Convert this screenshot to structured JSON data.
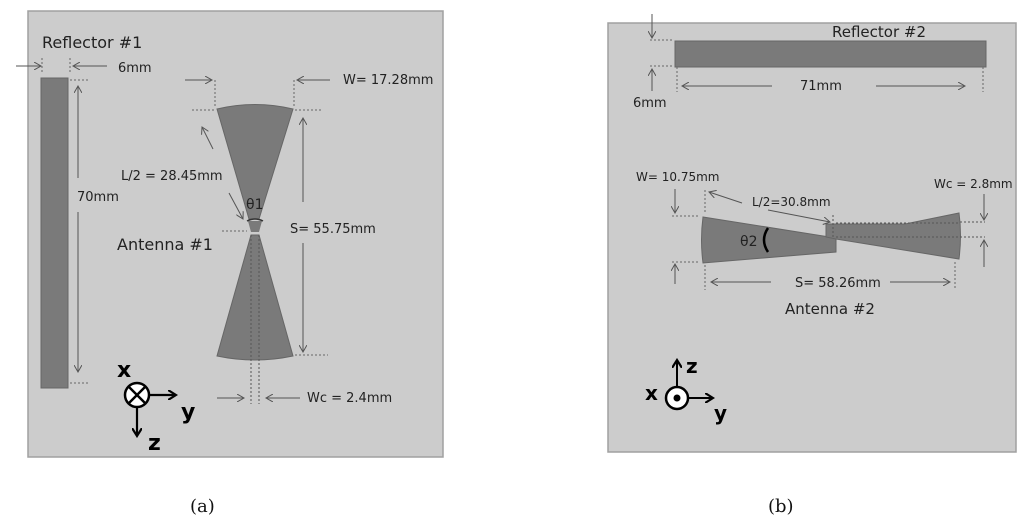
{
  "panel_a": {
    "caption": "(a)",
    "reflector_label": "Reflector #1",
    "reflector_thickness": "6mm",
    "reflector_length": "70mm",
    "antenna_label": "Antenna #1",
    "width_label": "W= 17.28mm",
    "half_length_label": "L/2 = 28.45mm",
    "spacing_label": "S= 55.75mm",
    "center_width_label": "Wc = 2.4mm",
    "angle_label": "θ1",
    "axes": {
      "x": "x",
      "y": "y",
      "z": "z"
    }
  },
  "panel_b": {
    "caption": "(b)",
    "reflector_label": "Reflector #2",
    "reflector_thickness": "6mm",
    "reflector_length": "71mm",
    "antenna_label": "Antenna #2",
    "width_label": "W= 10.75mm",
    "half_length_label": "L/2=30.8mm",
    "spacing_label": "S= 58.26mm",
    "center_width_label": "Wc = 2.8mm",
    "angle_label": "θ2",
    "axes": {
      "x": "x",
      "y": "y",
      "z": "z"
    }
  },
  "colors": {
    "panel_bg": "#cccccc",
    "panel_border": "#a0a0a0",
    "metal": "#7a7a7a",
    "dim_line": "#555555"
  }
}
